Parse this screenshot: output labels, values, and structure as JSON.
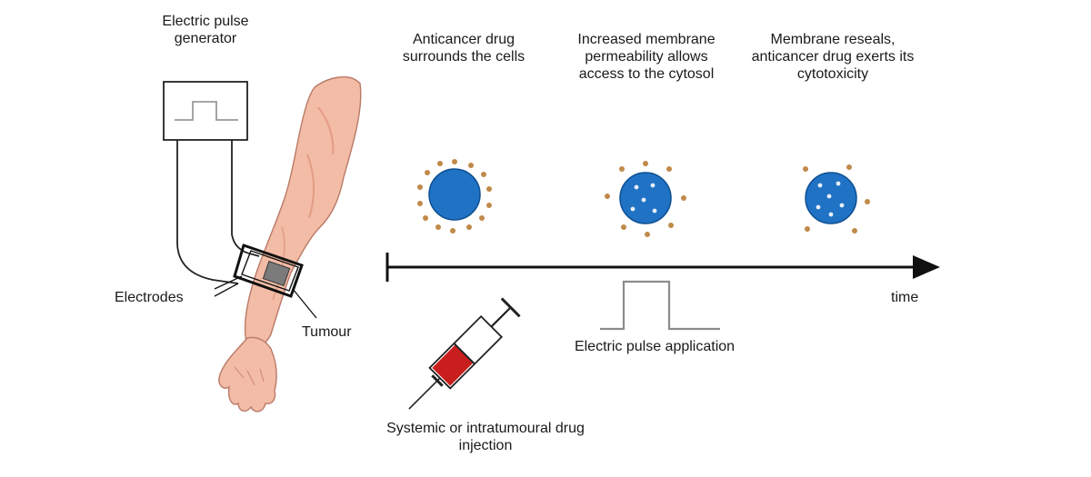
{
  "labels": {
    "generator": "Electric pulse generator",
    "electrodes": "Electrodes",
    "tumour": "Tumour",
    "injection": "Systemic or intratumoural drug injection",
    "pulse_application": "Electric pulse application",
    "time_axis": "time"
  },
  "stages": [
    {
      "caption": "Anticancer drug surrounds the cells"
    },
    {
      "caption": "Increased membrane permeability allows access to the cytosol"
    },
    {
      "caption": "Membrane reseals, anticancer drug exerts its cytotoxicity"
    }
  ],
  "colors": {
    "cell_fill": "#1f72c4",
    "cell_outline": "#0e4f92",
    "drug_dot": "#c08a4a",
    "internal_dot": "#e8eef8",
    "skin": "#f2bca6",
    "skin_shade": "#e39c86",
    "syringe_fluid": "#c81e1e",
    "line": "#111111"
  }
}
